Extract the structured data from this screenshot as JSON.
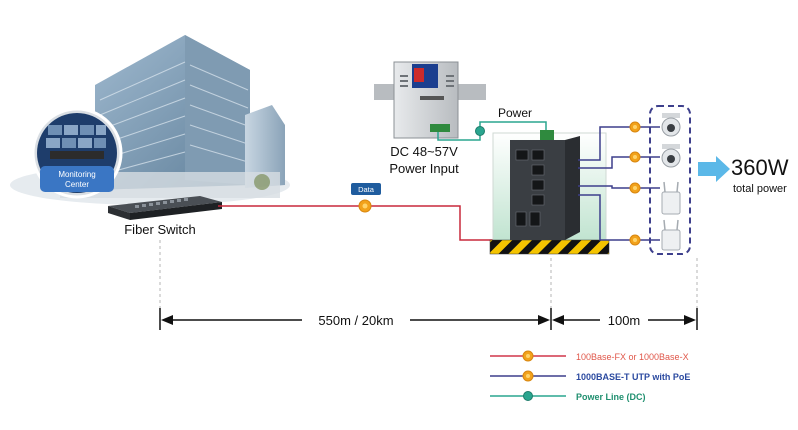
{
  "monitoring_center": {
    "label_line1": "Monitoring",
    "label_line2": "Center"
  },
  "fiber_switch": {
    "label": "Fiber Switch"
  },
  "data_tag": {
    "label": "Data"
  },
  "power_supply": {
    "label_line1": "DC 48~57V",
    "label_line2": "Power Input"
  },
  "power_tag": {
    "label": "Power"
  },
  "total_power": {
    "value": "360W",
    "caption": "total power"
  },
  "distances": {
    "fiber": "550m / 20km",
    "copper": "100m"
  },
  "legend": {
    "items": [
      {
        "label": "100Base-FX or 1000Base-X",
        "line_color": "#d0364a",
        "text_color": "#e0574a"
      },
      {
        "label": "1000BASE-T UTP  with PoE",
        "line_color": "#3d3f8c",
        "text_color": "#2b4aa0"
      },
      {
        "label": "Power Line (DC)",
        "line_color": "#2aa58f",
        "text_color": "#1f8f6f"
      }
    ]
  },
  "colors": {
    "fiber": "#c8283c",
    "utp": "#3d3f8c",
    "power": "#2aa58f",
    "node": "#f2a21b",
    "arrow": "#5bb8e8"
  }
}
